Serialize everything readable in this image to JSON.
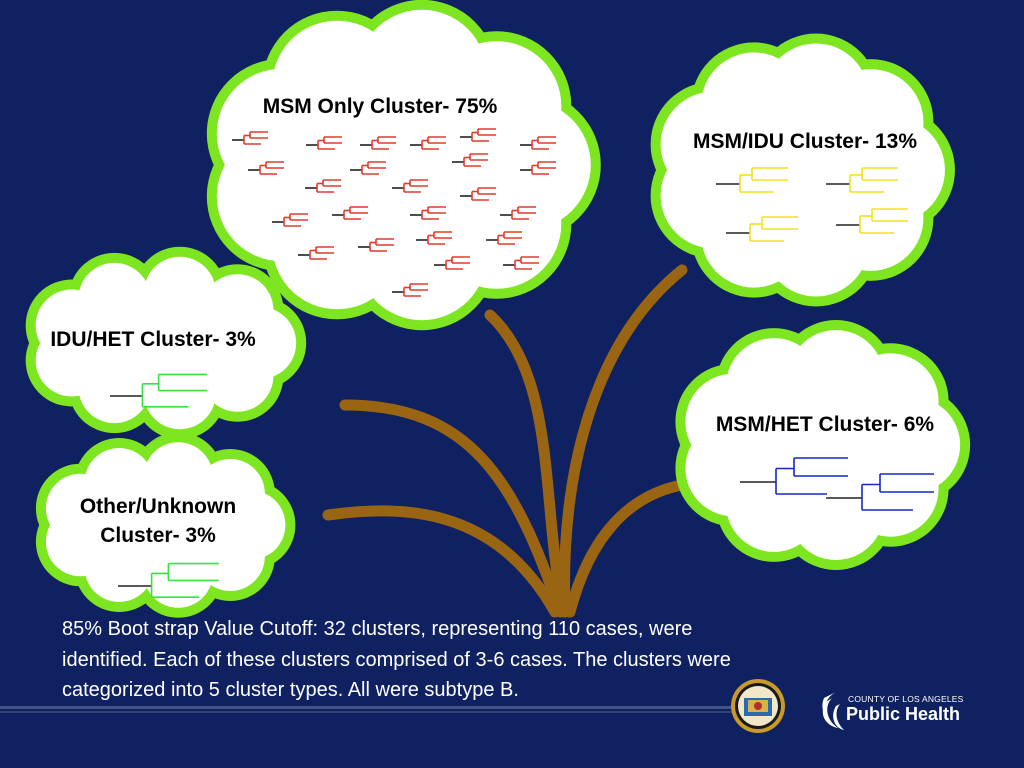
{
  "clusters": {
    "msm_only": {
      "label": "MSM Only Cluster- 75%",
      "color": "#e23b2e"
    },
    "msm_idu": {
      "label": "MSM/IDU Cluster- 13%",
      "color": "#f2e21c"
    },
    "idu_het": {
      "label": "IDU/HET Cluster- 3%",
      "color": "#38e042"
    },
    "msm_het": {
      "label": "MSM/HET Cluster- 6%",
      "color": "#1628c8"
    },
    "other": {
      "label": "Other/Unknown Cluster- 3%",
      "color": "#38e042"
    }
  },
  "caption": "85% Boot strap Value Cutoff: 32 clusters, representing 110 cases, were identified. Each of these clusters comprised of 3-6 cases.  The clusters were categorized into 5 cluster types. All were subtype B.",
  "logo": {
    "line1": "COUNTY OF LOS ANGELES",
    "line2": "Public Health",
    "icon": "public-health-logo-icon"
  },
  "seal": {
    "icon": "county-seal-icon"
  },
  "colors": {
    "background": "#0f2160",
    "cloud_fill": "#ffffff",
    "cloud_border": "#7ee521",
    "branch": "#9a6512"
  }
}
